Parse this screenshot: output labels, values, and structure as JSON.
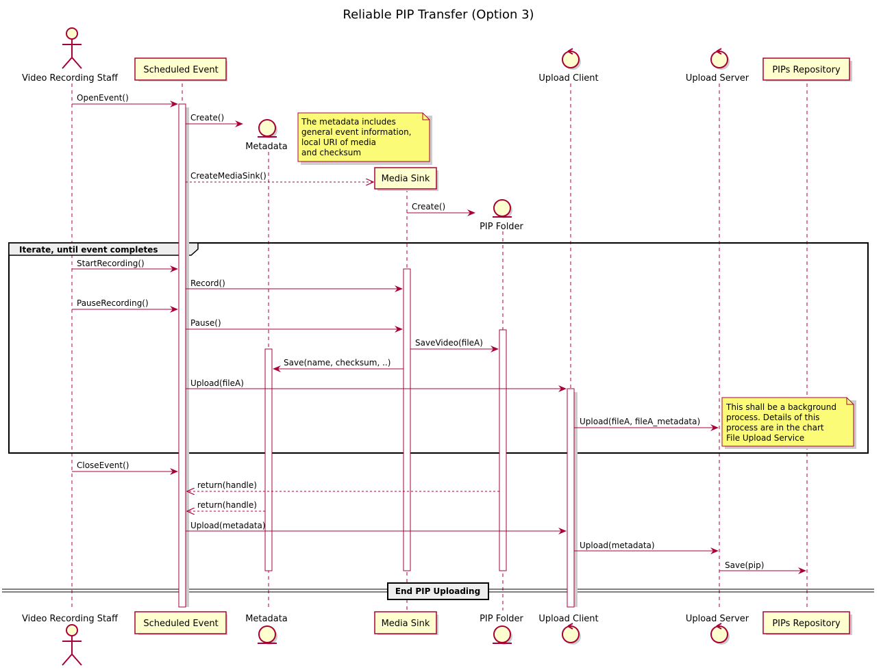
{
  "title": "Reliable PIP Transfer (Option 3)",
  "participants": {
    "video_recording_staff": "Video Recording Staff",
    "scheduled_event": "Scheduled Event",
    "metadata": "Metadata",
    "media_sink": "Media Sink",
    "pip_folder": "PIP Folder",
    "upload_client": "Upload Client",
    "upload_server": "Upload Server",
    "pips_repository": "PIPs Repository"
  },
  "messages": [
    "OpenEvent()",
    "Create()",
    "CreateMediaSink()",
    "Create()",
    "StartRecording()",
    "Record()",
    "PauseRecording()",
    "Pause()",
    "SaveVideo(fileA)",
    "Save(name, checksum, ..)",
    "Upload(fileA)",
    "Upload(fileA, fileA_metadata)",
    "CloseEvent()",
    "return(handle)",
    "return(handle)",
    "Upload(metadata)",
    "Upload(metadata)",
    "Save(pip)"
  ],
  "notes": {
    "metadata_note": [
      "The metadata includes",
      "general event information,",
      "local URI of media",
      "and checksum"
    ],
    "background_note": [
      "This shall be a background",
      "process. Details of this",
      "process are in the chart",
      "File Upload Service"
    ]
  },
  "loop_label": "Iterate, until event completes",
  "divider_label": "End PIP Uploading",
  "colors": {
    "line": "#A80036",
    "box_fill": "#FEFECE",
    "note_fill": "#FBFB77",
    "shadow": "#CCCCCC"
  }
}
